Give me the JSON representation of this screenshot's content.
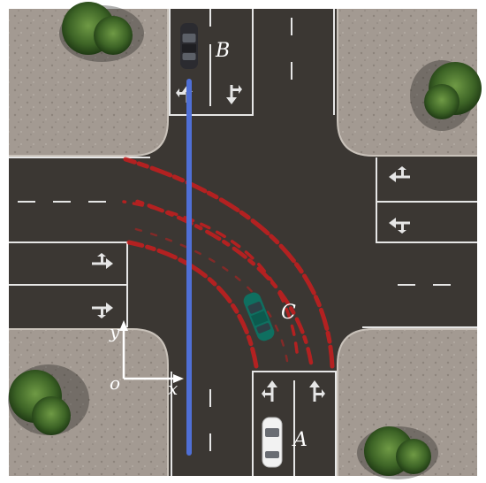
{
  "labels": {
    "vehicle_a": "A",
    "vehicle_b": "B",
    "vehicle_c": "C"
  },
  "axes": {
    "x": "x",
    "y": "y",
    "origin": "o"
  },
  "colors": {
    "pavement": "#9a9088",
    "road": "#3a3632",
    "lane_line": "#e6e6e6",
    "path_blue": "#4f6fd6",
    "trajectory_red": "#c81e1e",
    "car_white": "#f2f2f2",
    "car_dark": "#2b2b30",
    "car_teal": "#0f6f60",
    "tree": "#3f6b2a"
  }
}
